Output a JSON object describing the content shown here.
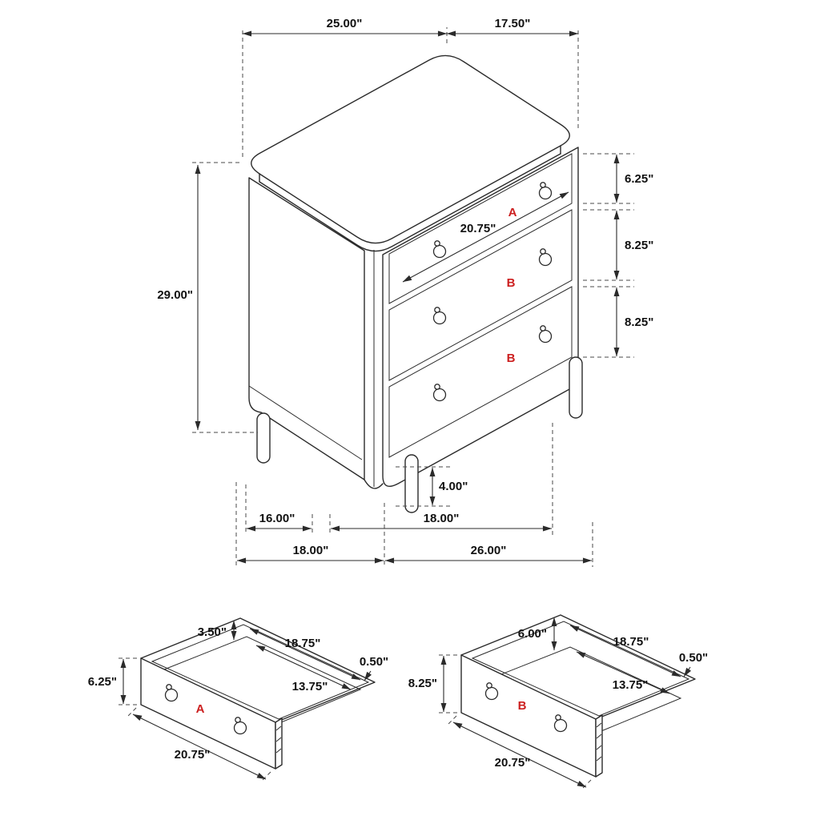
{
  "diagram": {
    "main": {
      "dim_top_depth": "25.00\"",
      "dim_top_width": "17.50\"",
      "dim_height": "29.00\"",
      "dim_drawer_a_height": "6.25\"",
      "dim_drawer_b1_height": "8.25\"",
      "dim_drawer_b2_height": "8.25\"",
      "dim_drawer_width": "20.75\"",
      "dim_leg_height": "4.00\"",
      "dim_legs_side": "16.00\"",
      "dim_legs_front": "18.00\"",
      "dim_base_depth": "18.00\"",
      "dim_base_width": "26.00\"",
      "label_drawer_a": "A",
      "label_drawer_b1": "B",
      "label_drawer_b2": "B"
    },
    "drawer_a": {
      "label": "A",
      "dim_front_height": "6.25\"",
      "dim_inner_depth": "3.50\"",
      "dim_inner_width_top": "18.75\"",
      "dim_side_thickness": "0.50\"",
      "dim_inner_width_floor": "13.75\"",
      "dim_outer_width": "20.75\""
    },
    "drawer_b": {
      "label": "B",
      "dim_front_height": "8.25\"",
      "dim_inner_depth": "6.00\"",
      "dim_inner_width_top": "18.75\"",
      "dim_side_thickness": "0.50\"",
      "dim_inner_width_floor": "13.75\"",
      "dim_outer_width": "20.75\""
    },
    "colors": {
      "line": "#2b2b2b",
      "label_text": "#111111",
      "accent_red": "#cc1f1f",
      "background": "#ffffff"
    }
  }
}
